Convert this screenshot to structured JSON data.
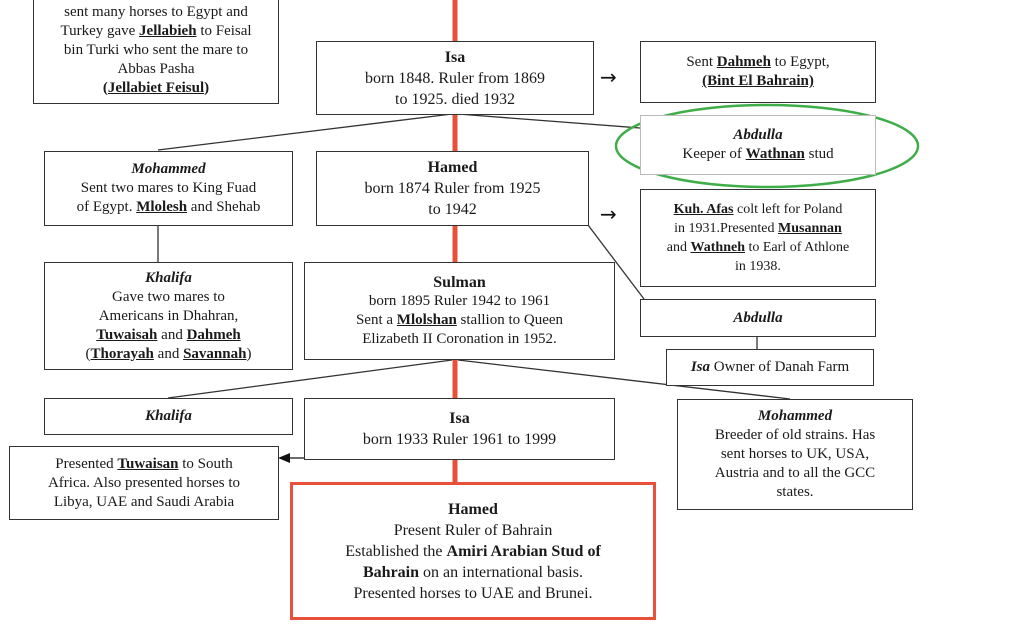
{
  "colors": {
    "main_line": "#e8503a",
    "highlight_ellipse": "#3fae49",
    "border": "#333333"
  },
  "boxes": {
    "top_left": {
      "line1": "sent many horses to Egypt and",
      "line2a": "Turkey gave ",
      "line2b": "Jellabieh",
      "line2c": " to Feisal",
      "line3": "bin Turki who sent the mare to",
      "line4": "Abbas Pasha",
      "line5": "(Jellabiet Feisul)"
    },
    "isa_1848": {
      "name": "Isa",
      "line1": "born 1848. Ruler from 1869",
      "line2": "to 1925. died 1932"
    },
    "dahmeh": {
      "line1a": "Sent ",
      "line1b": "Dahmeh",
      "line1c": " to Egypt,",
      "line2": "(Bint El Bahrain)"
    },
    "abdulla_keeper": {
      "name": "Abdulla",
      "line1a": "Keeper of ",
      "line1b": "Wathnan",
      "line1c": " stud"
    },
    "mohammed_1": {
      "name": "Mohammed",
      "line1": "Sent two mares to King Fuad",
      "line2a": "of Egypt. ",
      "line2b": "Mlolesh",
      "line2c": " and Shehab"
    },
    "hamed_1874": {
      "name": "Hamed",
      "line1": "born 1874 Ruler from 1925",
      "line2": "to 1942"
    },
    "kuh_afas": {
      "line1a": "Kuh. Afas",
      "line1b": " colt left for Poland",
      "line2a": "in 1931.Presented ",
      "line2b": "Musannan",
      "line3a": "and ",
      "line3b": "Wathneh",
      "line3c": " to Earl of Athlone",
      "line4": "in 1938."
    },
    "khalifa_1": {
      "name": "Khalifa",
      "line1": "Gave two mares to",
      "line2": "Americans in Dhahran,",
      "line3a": "Tuwaisah",
      "line3b": " and ",
      "line3c": "Dahmeh",
      "line4a": "(",
      "line4b": "Thorayah",
      "line4c": " and ",
      "line4d": "Savannah",
      "line4e": ")"
    },
    "sulman": {
      "name": "Sulman",
      "line1": "born 1895 Ruler 1942 to 1961",
      "line2a": "Sent a ",
      "line2b": "Mlolshan",
      "line2c": " stallion to Queen",
      "line3": "Elizabeth II Coronation in 1952."
    },
    "abdulla_2": {
      "name": "Abdulla"
    },
    "isa_danah": {
      "name": "Isa",
      "rest": " Owner of Danah Farm"
    },
    "khalifa_2": {
      "name": "Khalifa"
    },
    "isa_1933": {
      "name": "Isa",
      "line1": "born 1933 Ruler 1961 to 1999"
    },
    "mohammed_2": {
      "name": "Mohammed",
      "line1": "Breeder of old strains. Has",
      "line2": "sent horses to UK, USA,",
      "line3": "Austria and to all the GCC",
      "line4": "states."
    },
    "tuwaisan": {
      "line1a": "Presented ",
      "line1b": "Tuwaisan",
      "line1c": " to South",
      "line2": "Africa. Also presented horses to",
      "line3": "Libya, UAE and Saudi Arabia"
    },
    "hamed_present": {
      "name": "Hamed",
      "line1": "Present Ruler of Bahrain",
      "line2a": "Established the ",
      "line2b": "Amiri Arabian Stud of",
      "line3a": "Bahrain",
      "line3b": " on an international basis.",
      "line4": "Presented horses to UAE and Brunei."
    }
  }
}
